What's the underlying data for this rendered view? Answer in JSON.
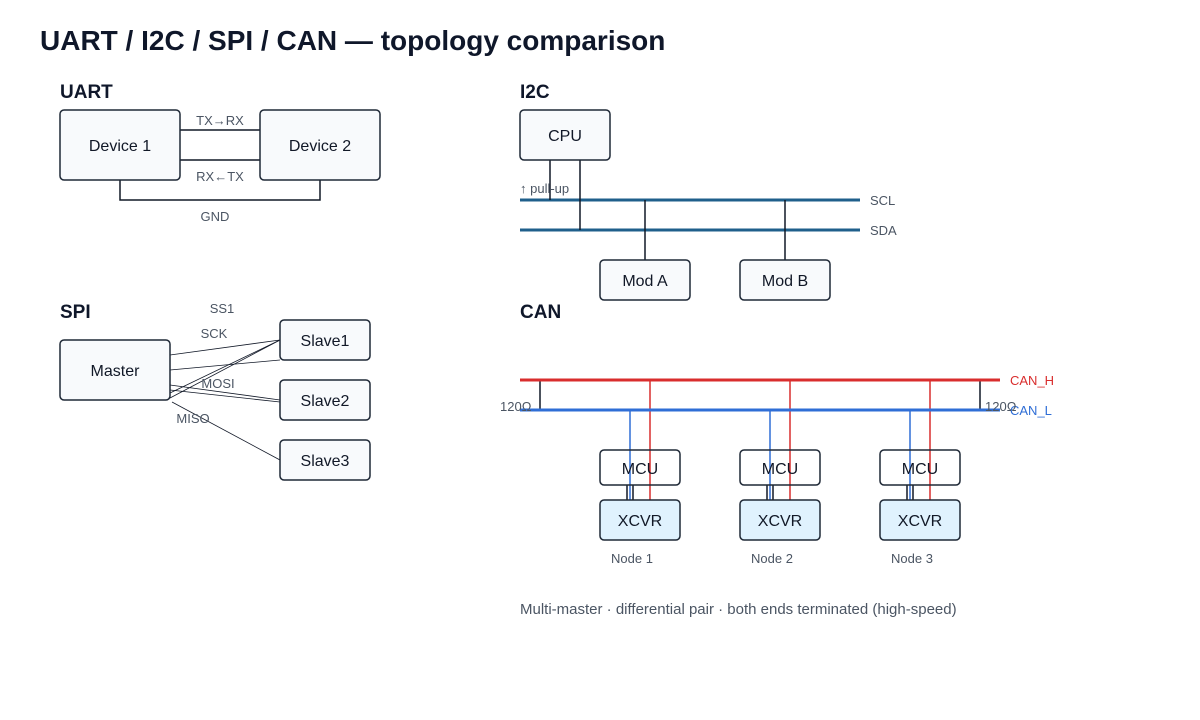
{
  "title": "UART / I2C / SPI / CAN — topology comparison",
  "uart": {
    "heading": "UART",
    "device1": "Device 1",
    "device2": "Device 2",
    "tx_rx": "TX→RX",
    "rx_tx": "RX←TX",
    "gnd": "GND"
  },
  "i2c": {
    "heading": "I2C",
    "cpu": "CPU",
    "pullup": "↑ pull-up",
    "scl": "SCL",
    "sda": "SDA",
    "mod_a": "Mod A",
    "mod_b": "Mod B"
  },
  "spi": {
    "heading": "SPI",
    "master": "Master",
    "slaves": [
      "Slave1",
      "Slave2",
      "Slave3"
    ],
    "ss1": "SS1",
    "sck": "SCK",
    "mosi": "MOSI",
    "miso": "MISO"
  },
  "can": {
    "heading": "CAN",
    "can_h": "CAN_H",
    "can_l": "CAN_L",
    "term_left": "120Ω",
    "term_right": "120Ω",
    "mcu": "MCU",
    "xcvr": "XCVR",
    "nodes": [
      "Node 1",
      "Node 2",
      "Node 3"
    ],
    "caption": "Multi-master · differential pair · both ends terminated (high-speed)"
  },
  "colors": {
    "i2c_bus": "#1f5f8b",
    "can_h": "#d92d2d",
    "can_l": "#2f6ed6",
    "xcvr_fill": "#e0f2fe"
  }
}
